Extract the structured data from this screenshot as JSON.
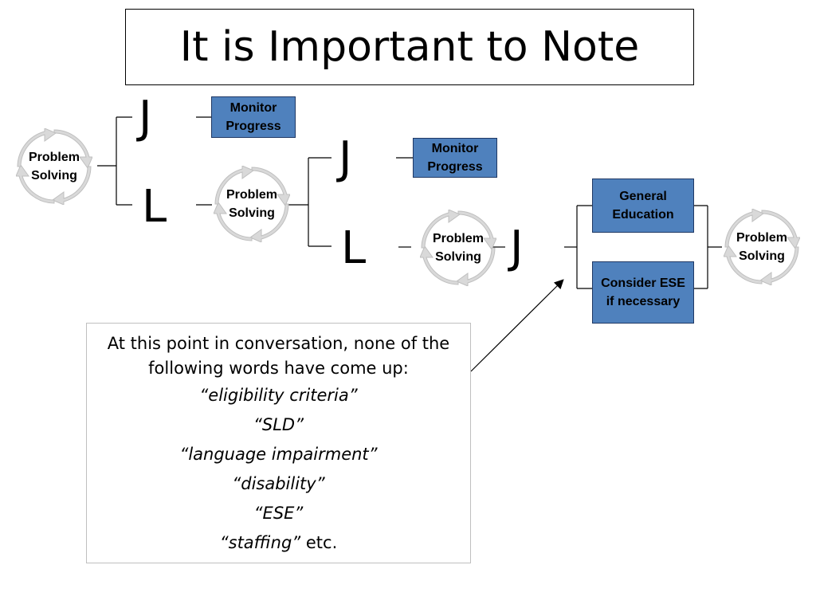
{
  "title": "It is Important to Note",
  "nodes": {
    "problem_solving": "Problem Solving",
    "monitor_progress": "Monitor Progress",
    "general_education": "General Education",
    "consider_ese": "Consider ESE if necessary"
  },
  "faces": {
    "happy": "J",
    "sad": "L"
  },
  "note": {
    "intro": "At this point in conversation, none of the following words have come up:",
    "terms": [
      "“eligibility criteria”",
      "“SLD”",
      "“language impairment”",
      "“disability”",
      "“ESE”",
      "“staffing”"
    ],
    "suffix": " etc."
  },
  "colors": {
    "box_fill": "#4f81bd",
    "cycle_fill": "#d9d9d9"
  }
}
